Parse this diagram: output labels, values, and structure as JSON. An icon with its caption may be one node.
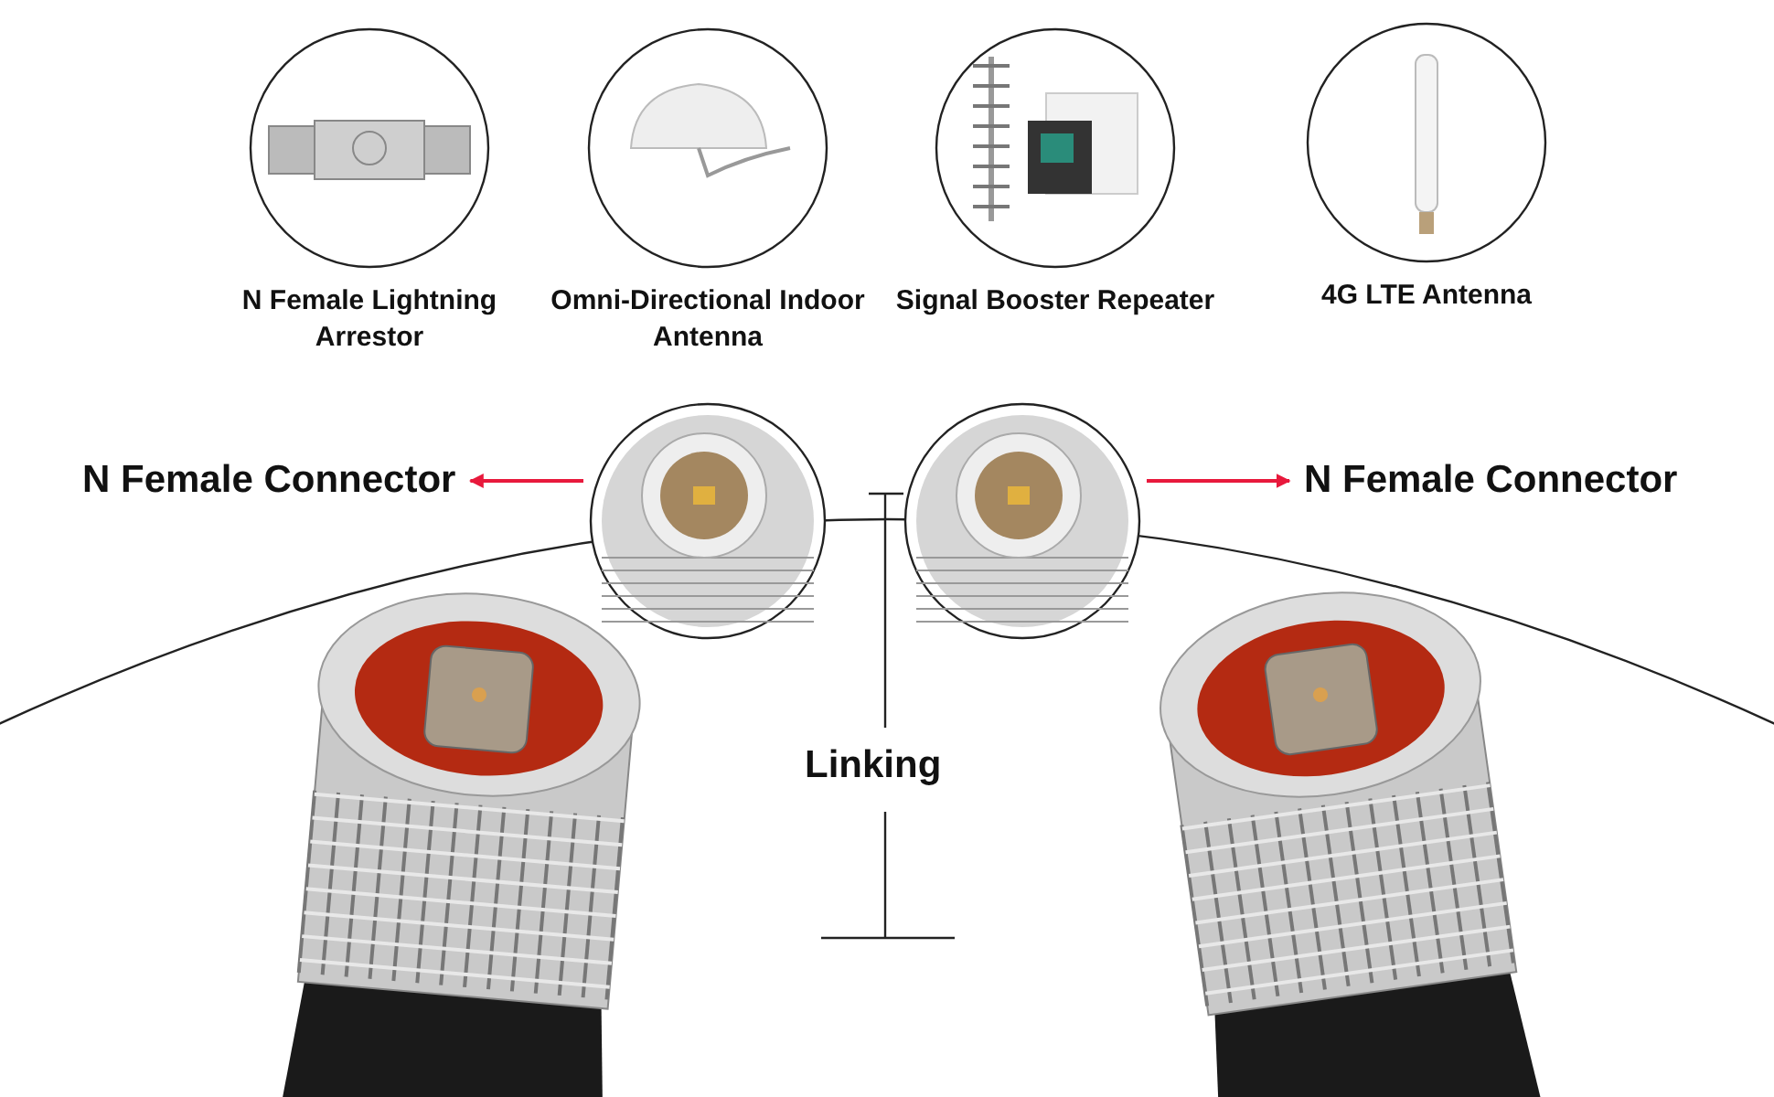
{
  "diagram": {
    "nodes": [
      {
        "text": [
          "N Female Lightning Arrestor"
        ]
      },
      {
        "text": [
          "Omni-Directional Indoor Antenna"
        ]
      },
      {
        "text": [
          "Signal Booster Repeater"
        ]
      },
      {
        "text": [
          "4G LTE Antenna"
        ]
      },
      {
        "text": [
          "N Female Connector"
        ]
      },
      {
        "text": [],
        "shape": "picture"
      },
      {
        "text": [],
        "shape": "picture"
      },
      {
        "text": [
          "N Female Connector"
        ]
      }
    ],
    "edges": [
      {
        "from": 5,
        "to": 4,
        "arrow": "to"
      },
      {
        "from": 6,
        "to": 7,
        "arrow": "to"
      }
    ],
    "labels": [
      "Linking"
    ]
  }
}
